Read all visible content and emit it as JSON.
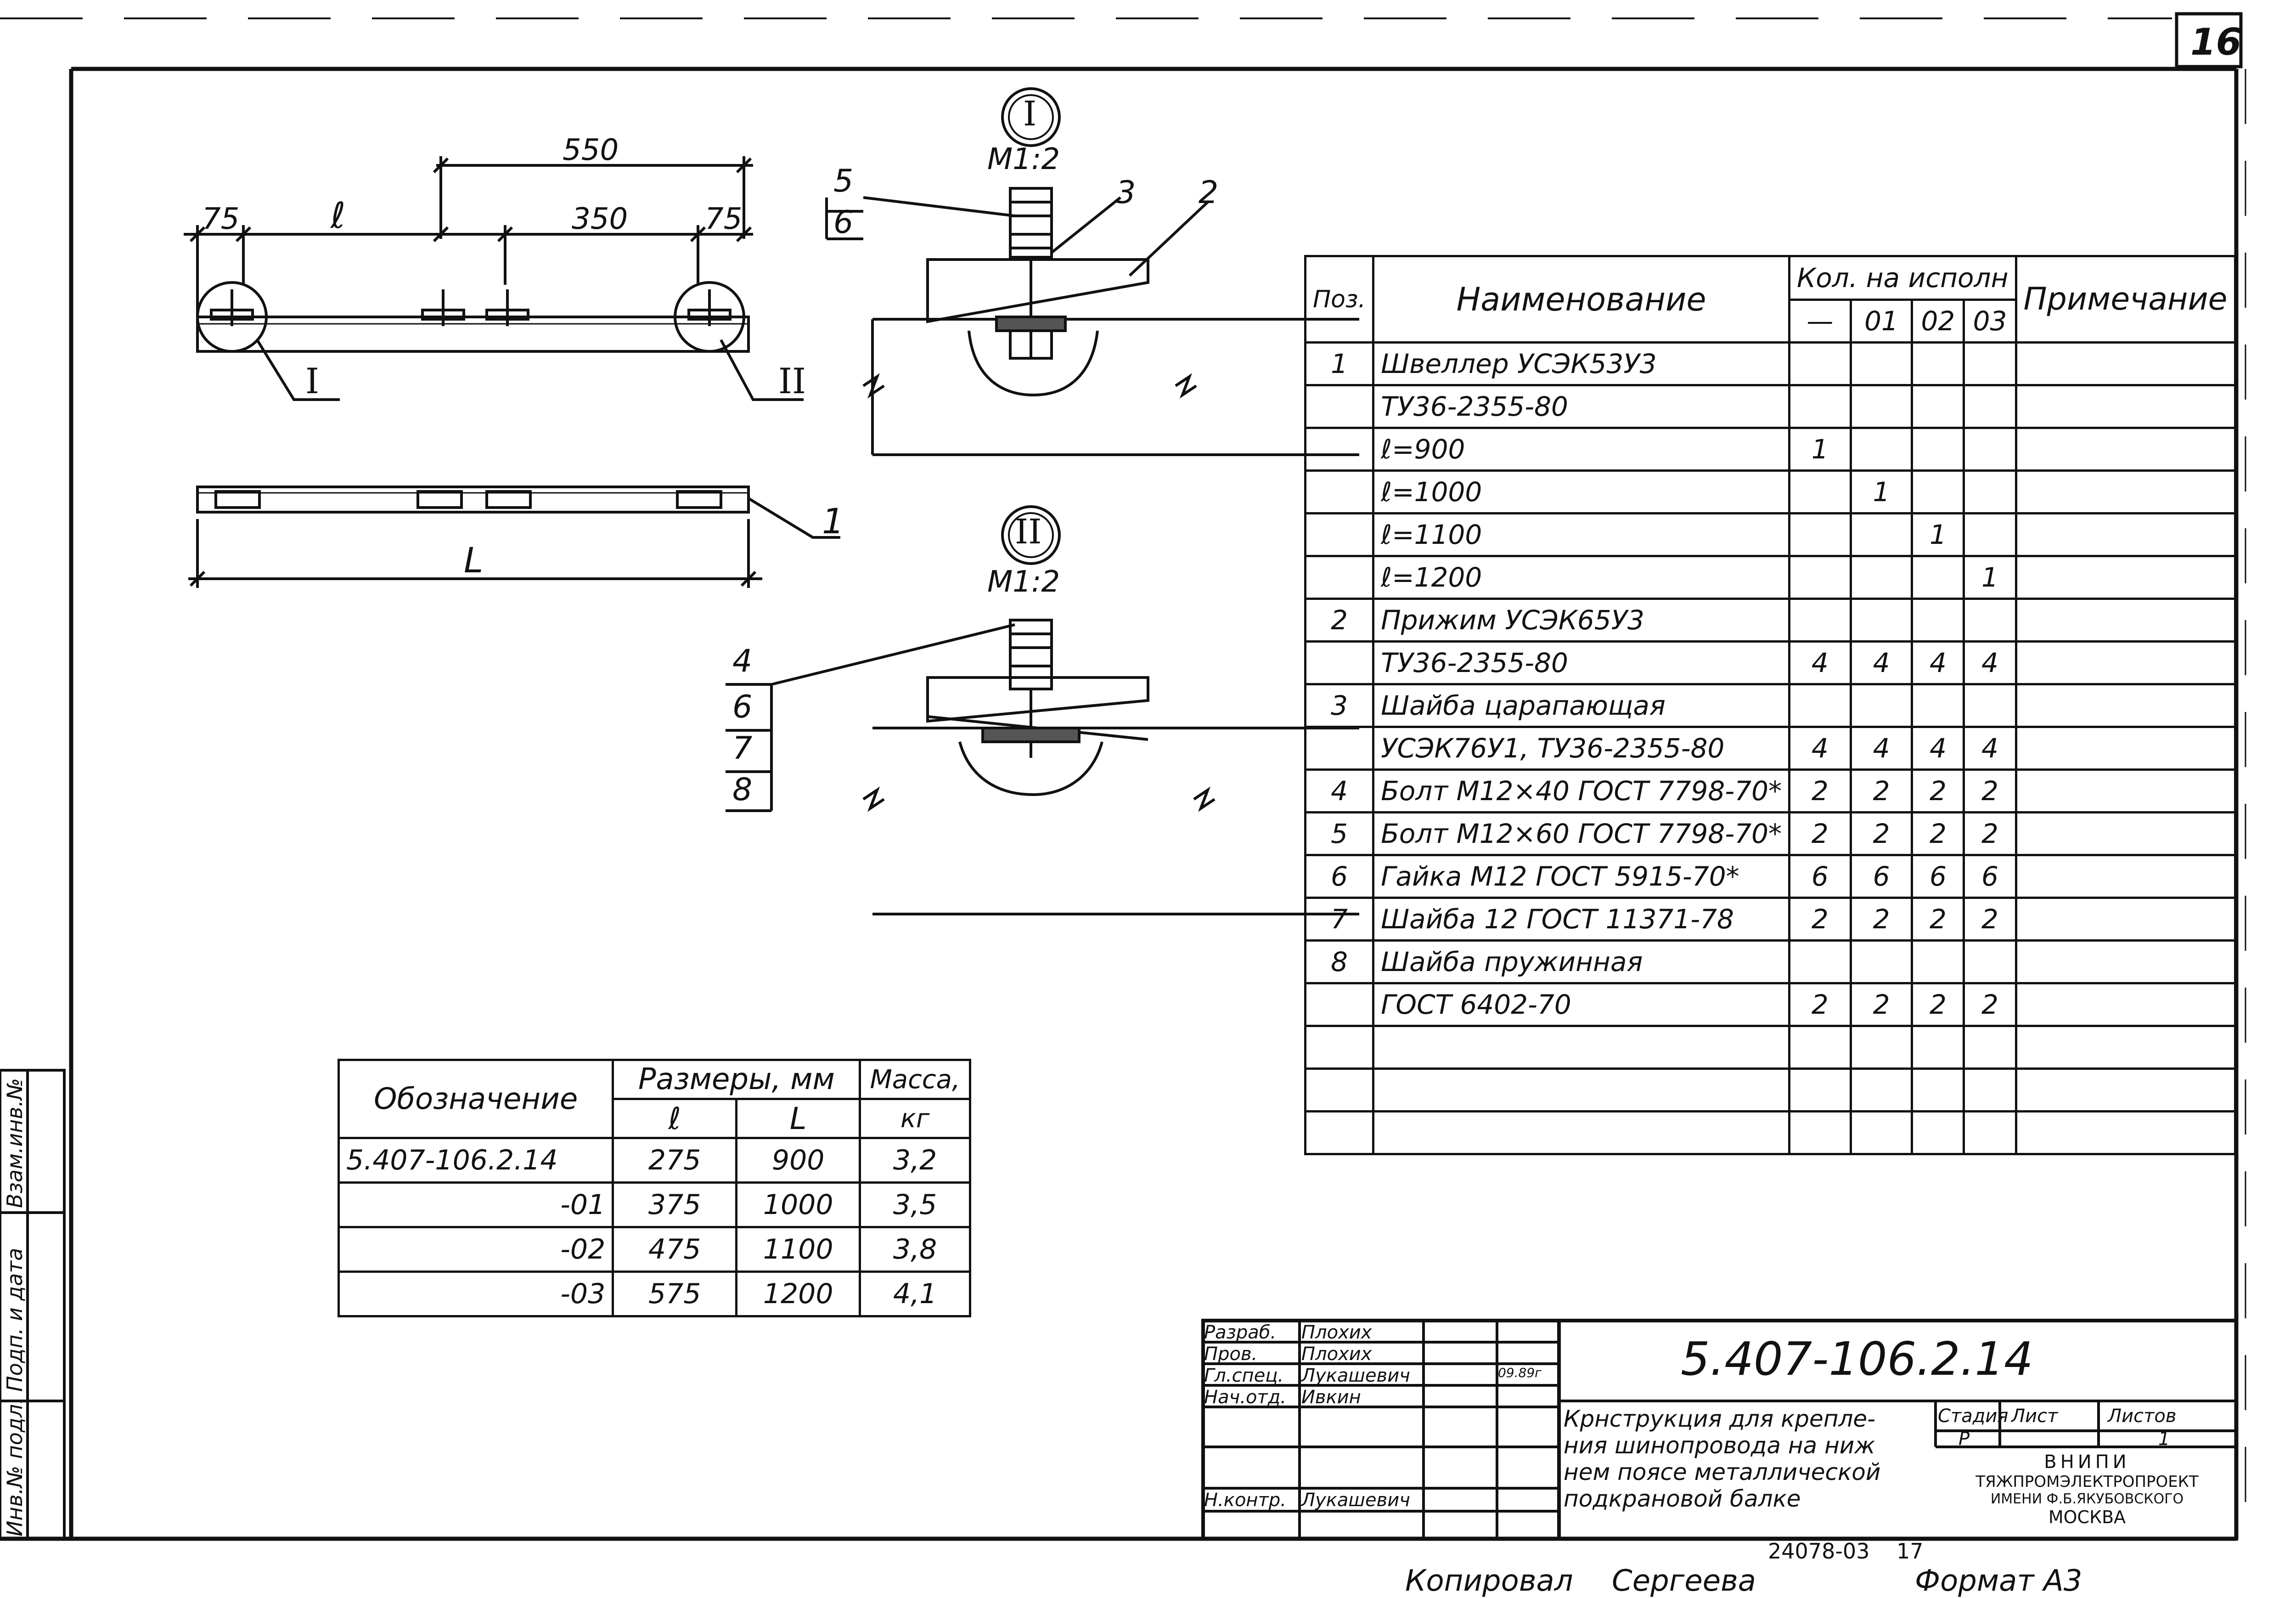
{
  "sheet_number": "16",
  "drawing_code": "5.407-106.2.14",
  "drawing_title": [
    "Крнструкция для крепле-",
    "ния шинопровода на ниж",
    "нем поясе металлической",
    "подкрановой балке"
  ],
  "stage_header": "Стадия",
  "sheet_header": "Лист",
  "sheets_header": "Листов",
  "stage_value": "Р",
  "sheets_value": "1",
  "org": [
    "ВНИПИ",
    "ТЯЖПРОМЭЛЕКТРОПРОЕКТ",
    "ИМЕНИ Ф.Б.ЯКУБОВСКОГО",
    "МОСКВА"
  ],
  "signatures": [
    {
      "role": "Разраб.",
      "name": "Плохих",
      "date": ""
    },
    {
      "role": "Пров.",
      "name": "Плохих",
      "date": ""
    },
    {
      "role": "Гл.спец.",
      "name": "Лукашевич",
      "date": "09.89г"
    },
    {
      "role": "Нач.отд.",
      "name": "Ивкин",
      "date": ""
    },
    {
      "role": "",
      "name": "",
      "date": ""
    },
    {
      "role": "",
      "name": "",
      "date": ""
    },
    {
      "role": "Н.контр.",
      "name": "Лукашевич",
      "date": ""
    }
  ],
  "footer": {
    "album_code": "24078-03",
    "page": "17",
    "copier": "Копировал",
    "copier_name": "Сергеева",
    "format": "Формат А3"
  },
  "side_stamp": [
    "Взам.инв.№",
    "Подп. и дата",
    "Инв.№ подл."
  ],
  "drawing_labels": {
    "dim_550": "550",
    "dim_75_left": "75",
    "dim_l": "ℓ",
    "dim_350": "350",
    "dim_75_right": "75",
    "dim_L": "L",
    "callout_I": "I",
    "callout_II": "II",
    "callout_1": "1",
    "view_I_roman": "I",
    "view_I_scale": "М1:2",
    "view_II_roman": "II",
    "view_II_scale": "М1:2",
    "view_I_labels": [
      "5",
      "6",
      "3",
      "2"
    ],
    "view_II_labels": [
      "4",
      "6",
      "7",
      "8"
    ]
  },
  "bom": {
    "headers": {
      "pos": "Поз.",
      "name": "Наименование",
      "qty": "Кол. на исполн",
      "note": "Примечание"
    },
    "variants": [
      "—",
      "01",
      "02",
      "03"
    ],
    "rows": [
      {
        "pos": "1",
        "name": "Швеллер УСЭК53У3",
        "q": [
          "",
          "",
          "",
          ""
        ]
      },
      {
        "pos": "",
        "name": "ТУ36-2355-80",
        "q": [
          "",
          "",
          "",
          ""
        ]
      },
      {
        "pos": "",
        "name": "ℓ=900",
        "q": [
          "1",
          "",
          "",
          ""
        ]
      },
      {
        "pos": "",
        "name": "ℓ=1000",
        "q": [
          "",
          "1",
          "",
          ""
        ]
      },
      {
        "pos": "",
        "name": "ℓ=1100",
        "q": [
          "",
          "",
          "1",
          ""
        ]
      },
      {
        "pos": "",
        "name": "ℓ=1200",
        "q": [
          "",
          "",
          "",
          "1"
        ]
      },
      {
        "pos": "2",
        "name": "Прижим УСЭК65У3",
        "q": [
          "",
          "",
          "",
          ""
        ]
      },
      {
        "pos": "",
        "name": "ТУ36-2355-80",
        "q": [
          "4",
          "4",
          "4",
          "4"
        ]
      },
      {
        "pos": "3",
        "name": "Шайба царапающая",
        "q": [
          "",
          "",
          "",
          ""
        ]
      },
      {
        "pos": "",
        "name": "УСЭК76У1, ТУ36-2355-80",
        "q": [
          "4",
          "4",
          "4",
          "4"
        ]
      },
      {
        "pos": "4",
        "name": "Болт М12×40 ГОСТ 7798-70*",
        "q": [
          "2",
          "2",
          "2",
          "2"
        ]
      },
      {
        "pos": "5",
        "name": "Болт М12×60 ГОСТ 7798-70*",
        "q": [
          "2",
          "2",
          "2",
          "2"
        ]
      },
      {
        "pos": "6",
        "name": "Гайка М12 ГОСТ 5915-70*",
        "q": [
          "6",
          "6",
          "6",
          "6"
        ]
      },
      {
        "pos": "7",
        "name": "Шайба 12 ГОСТ 11371-78",
        "q": [
          "2",
          "2",
          "2",
          "2"
        ]
      },
      {
        "pos": "8",
        "name": "Шайба пружинная",
        "q": [
          "",
          "",
          "",
          ""
        ]
      },
      {
        "pos": "",
        "name": "ГОСТ 6402-70",
        "q": [
          "2",
          "2",
          "2",
          "2"
        ]
      },
      {
        "pos": "",
        "name": "",
        "q": [
          "",
          "",
          "",
          ""
        ]
      },
      {
        "pos": "",
        "name": "",
        "q": [
          "",
          "",
          "",
          ""
        ]
      },
      {
        "pos": "",
        "name": "",
        "q": [
          "",
          "",
          "",
          ""
        ]
      }
    ]
  },
  "dim_table": {
    "headers": {
      "designation": "Обозначение",
      "sizes": "Размеры, мм",
      "l": "ℓ",
      "L": "L",
      "mass": "Масса,",
      "mass_unit": "кг"
    },
    "rows": [
      {
        "designation": "5.407-106.2.14",
        "l": "275",
        "L": "900",
        "mass": "3,2"
      },
      {
        "designation": "-01",
        "l": "375",
        "L": "1000",
        "mass": "3,5"
      },
      {
        "designation": "-02",
        "l": "475",
        "L": "1100",
        "mass": "3,8"
      },
      {
        "designation": "-03",
        "l": "575",
        "L": "1200",
        "mass": "4,1"
      }
    ]
  }
}
